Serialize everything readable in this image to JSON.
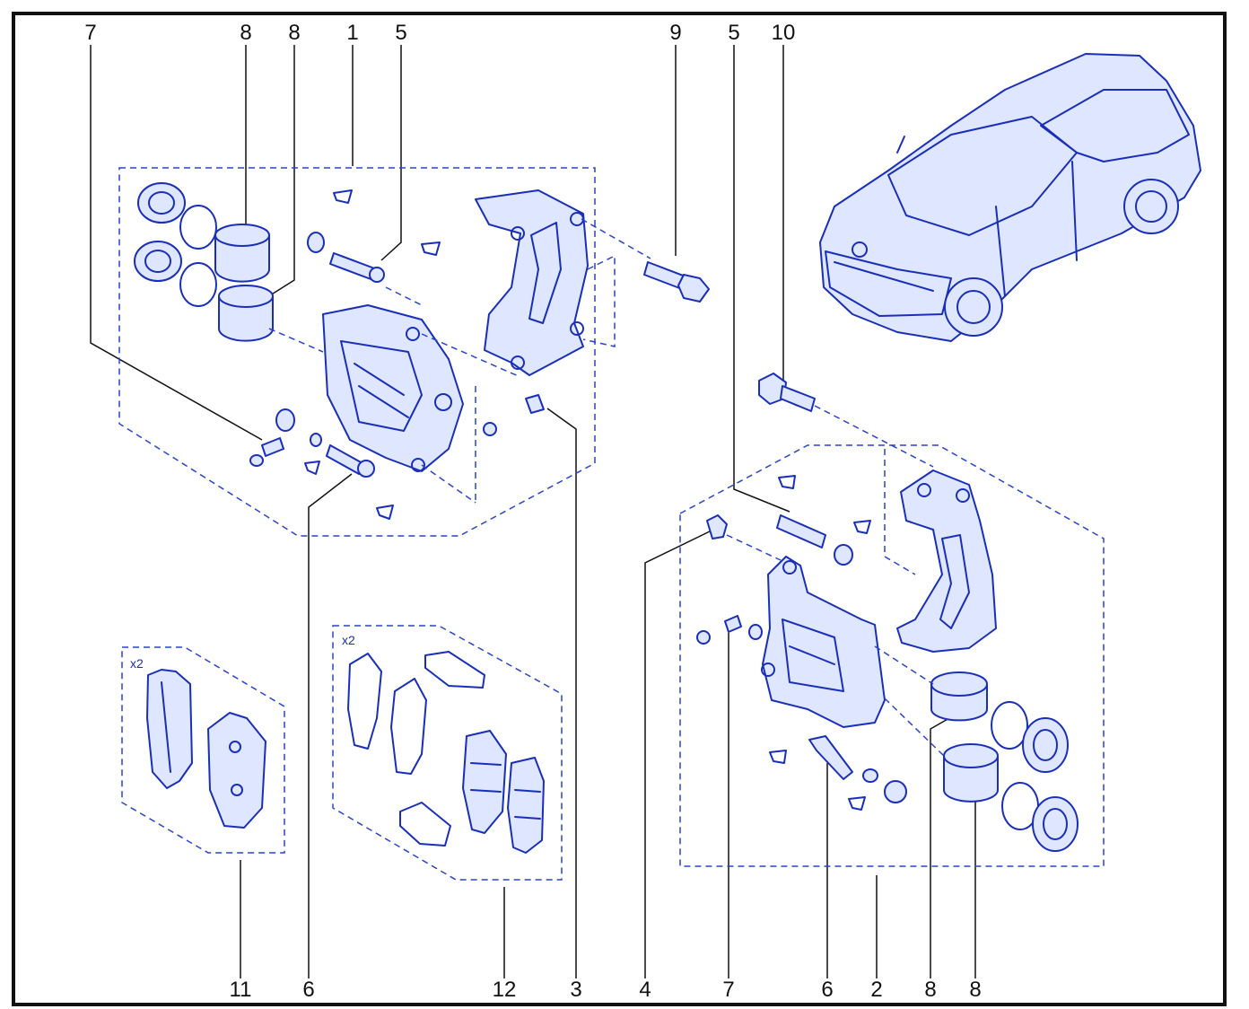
{
  "callouts": {
    "top": [
      "7",
      "8",
      "8",
      "1",
      "5",
      "9",
      "5",
      "10"
    ],
    "bottom": [
      "11",
      "6",
      "12",
      "3",
      "4",
      "7",
      "6",
      "2",
      "8",
      "8"
    ]
  },
  "kits": {
    "small_pad_qty": "x2",
    "large_pad_qty": "x2"
  },
  "colors": {
    "line": "#1a2fb8",
    "fill": "#dfe6ff",
    "frame": "#111111"
  }
}
